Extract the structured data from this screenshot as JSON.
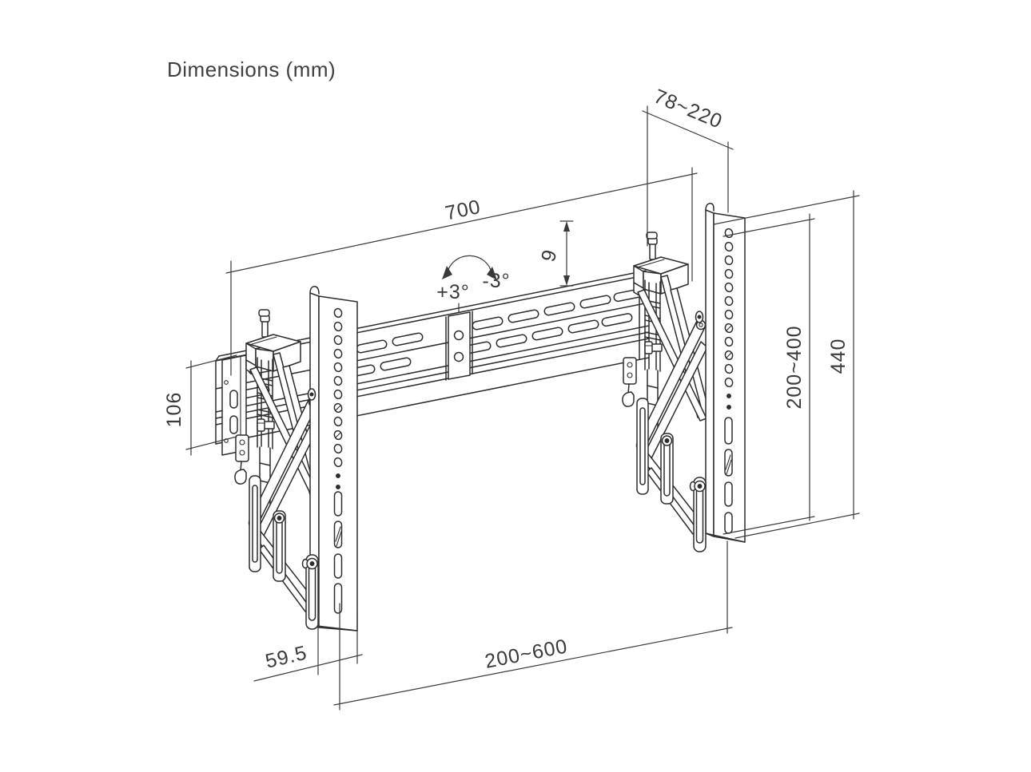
{
  "title": "Dimensions (mm)",
  "drawing": {
    "subject": "pop-out TV video wall mount - dimensioned technical drawing",
    "units": "mm",
    "labels": {
      "depth_range": "78~220",
      "rail_length": "700",
      "height_micro_adjust": "9",
      "tilt_positive": "+3°",
      "tilt_negative": "-3°",
      "vesa_height_range": "200~400",
      "bracket_total_height": "440",
      "rail_profile_height": "106",
      "bracket_width": "59.5",
      "vesa_width_range": "200~600"
    }
  }
}
